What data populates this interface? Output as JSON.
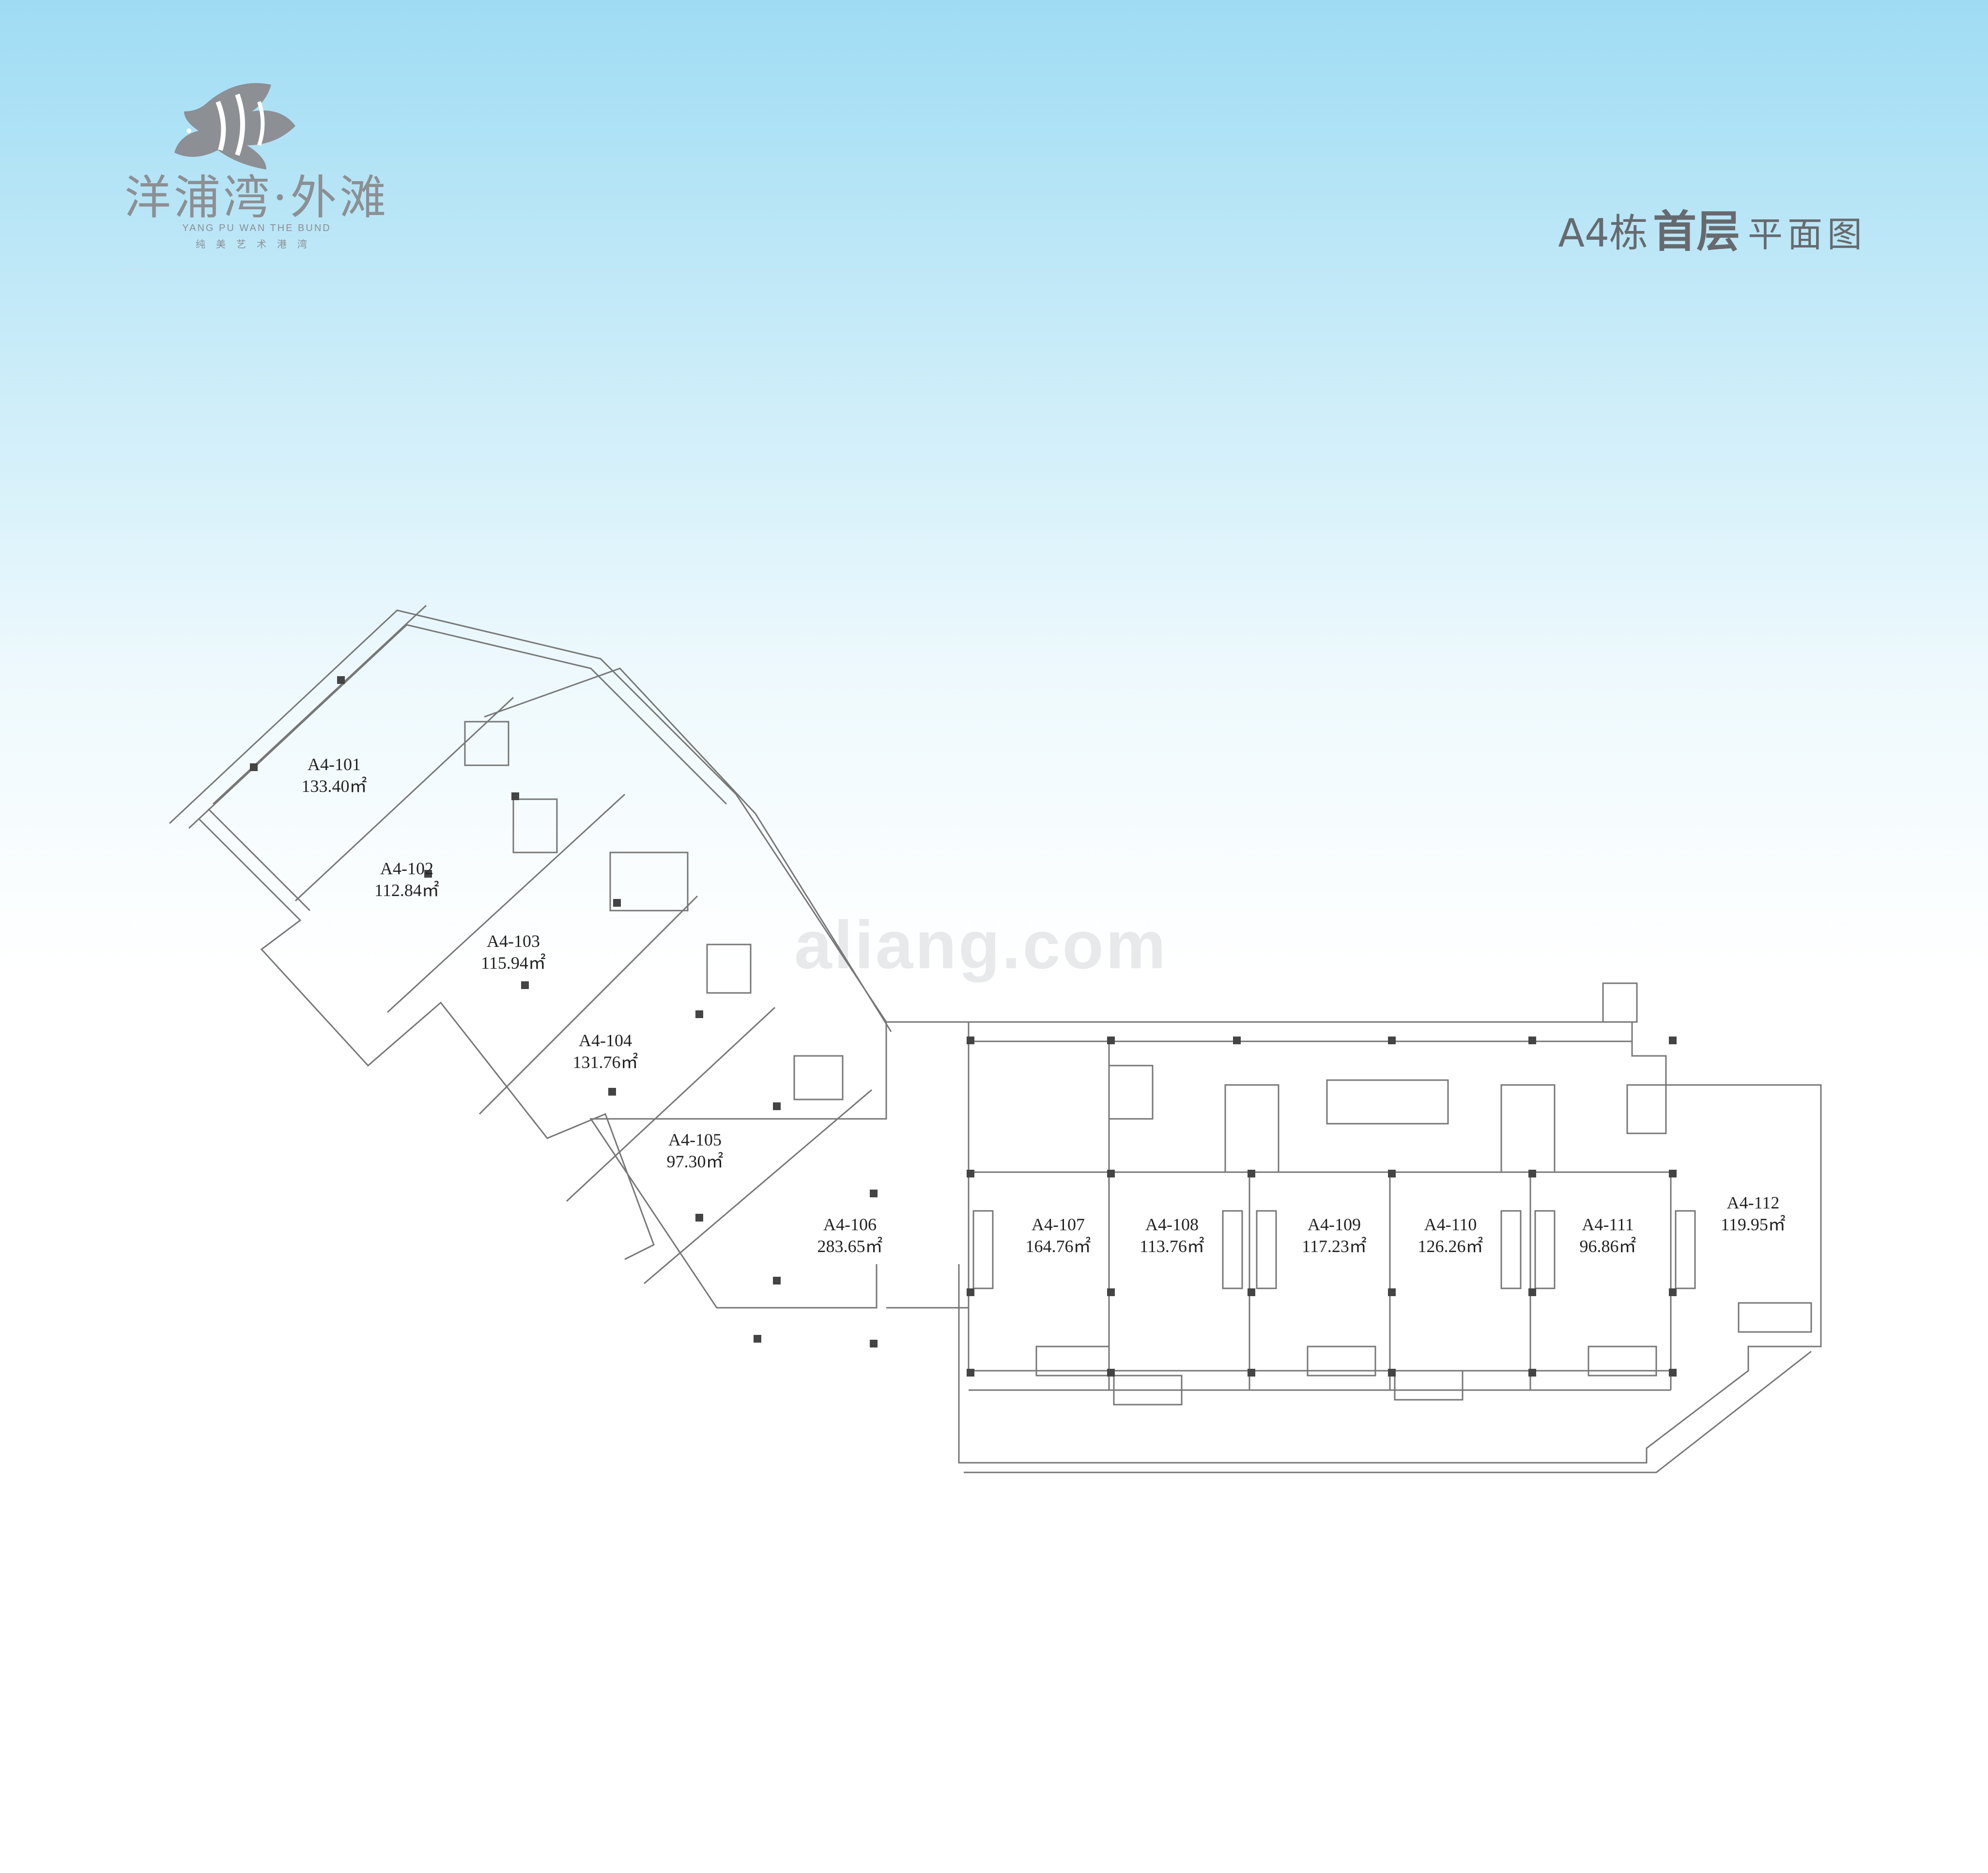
{
  "brand": {
    "name": "洋浦湾·外滩",
    "english": "YANG PU WAN THE BUND",
    "slogan": "纯美艺术港湾",
    "colors": {
      "logo": "#8c8f93",
      "title": "#666a6e",
      "lines": "#777777"
    }
  },
  "header": {
    "building_code": "A4栋",
    "floor": "首层",
    "plan_label": "平面图"
  },
  "watermark": "aliang.com",
  "units": [
    {
      "id": "A4-101",
      "area": "133.40㎡"
    },
    {
      "id": "A4-102",
      "area": "112.84㎡"
    },
    {
      "id": "A4-103",
      "area": "115.94㎡"
    },
    {
      "id": "A4-104",
      "area": "131.76㎡"
    },
    {
      "id": "A4-105",
      "area": "97.30㎡"
    },
    {
      "id": "A4-106",
      "area": "283.65㎡"
    },
    {
      "id": "A4-107",
      "area": "164.76㎡"
    },
    {
      "id": "A4-108",
      "area": "113.76㎡"
    },
    {
      "id": "A4-109",
      "area": "117.23㎡"
    },
    {
      "id": "A4-110",
      "area": "126.26㎡"
    },
    {
      "id": "A4-111",
      "area": "96.86㎡"
    },
    {
      "id": "A4-112",
      "area": "119.95㎡"
    }
  ]
}
